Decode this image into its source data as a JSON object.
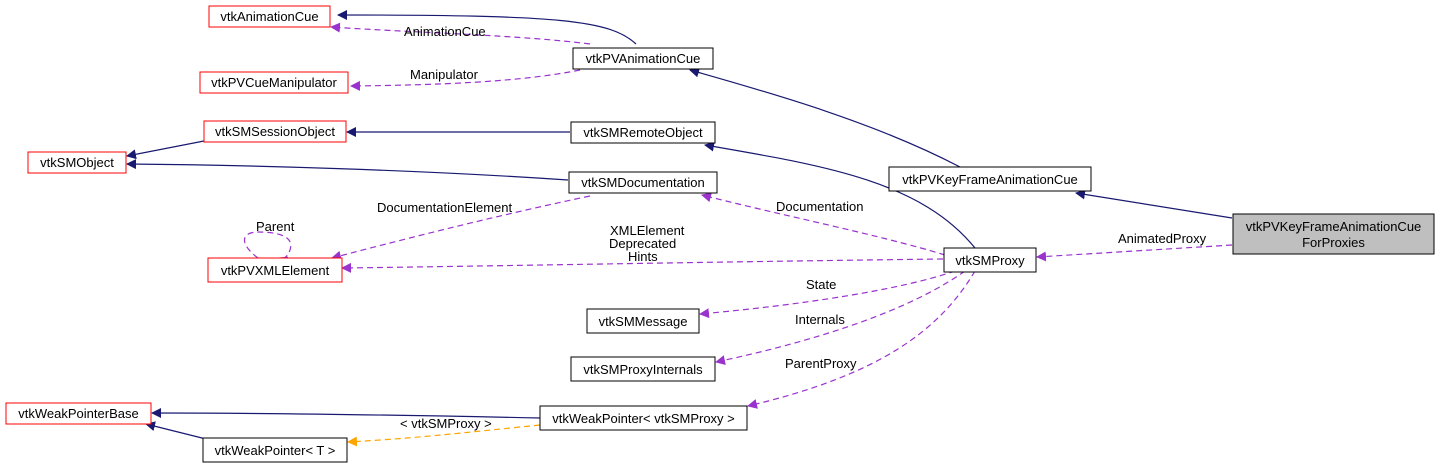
{
  "colors": {
    "inherit_edge": "#191970",
    "usage_edge": "#9a32cd",
    "template_edge": "#ffa500",
    "undocumented_border": "#ff0000",
    "documented_border": "#000000",
    "focus_fill": "#bfbfbf"
  },
  "nodes": {
    "vtkAnimationCue": "vtkAnimationCue",
    "vtkPVAnimationCue": "vtkPVAnimationCue",
    "vtkPVCueManipulator": "vtkPVCueManipulator",
    "vtkSMSessionObject": "vtkSMSessionObject",
    "vtkSMRemoteObject": "vtkSMRemoteObject",
    "vtkSMObject": "vtkSMObject",
    "vtkSMDocumentation": "vtkSMDocumentation",
    "vtkPVKeyFrameAnimationCue": "vtkPVKeyFrameAnimationCue",
    "focus_line1": "vtkPVKeyFrameAnimationCue",
    "focus_line2": "ForProxies",
    "vtkPVXMLElement": "vtkPVXMLElement",
    "vtkSMProxy": "vtkSMProxy",
    "vtkSMMessage": "vtkSMMessage",
    "vtkSMProxyInternals": "vtkSMProxyInternals",
    "vtkWeakPointerBase": "vtkWeakPointerBase",
    "vtkWeakPointerSMProxy": "vtkWeakPointer< vtkSMProxy >",
    "vtkWeakPointerT": "vtkWeakPointer< T >"
  },
  "edge_labels": {
    "animation_cue": "AnimationCue",
    "manipulator": "Manipulator",
    "parent": "Parent",
    "documentation_element": "DocumentationElement",
    "documentation": "Documentation",
    "xml_element": "XMLElement",
    "deprecated": "Deprecated",
    "hints": "Hints",
    "animated_proxy": "AnimatedProxy",
    "state": "State",
    "internals": "Internals",
    "parent_proxy": "ParentProxy",
    "template_arg": "< vtkSMProxy >"
  }
}
